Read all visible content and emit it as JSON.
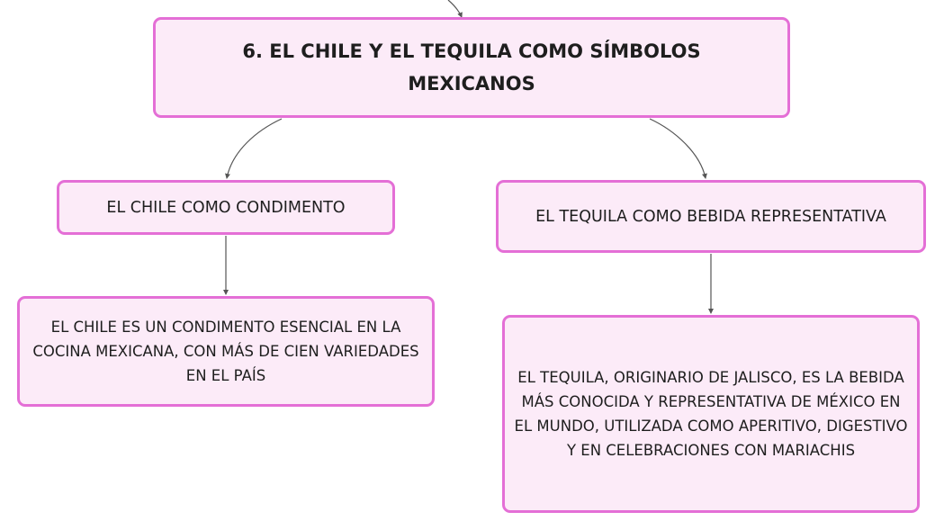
{
  "colors": {
    "node_fill": "#fcebf8",
    "node_border": "#e46fd6",
    "connector": "#555555",
    "text": "#1e1e1e"
  },
  "diagram": {
    "title": "6. EL CHILE Y EL TEQUILA COMO SÍMBOLOS MEXICANOS",
    "branches": [
      {
        "label": "EL CHILE COMO CONDIMENTO",
        "detail": "EL CHILE ES UN CONDIMENTO ESENCIAL EN LA COCINA MEXICANA, CON MÁS DE CIEN VARIEDADES EN EL PAÍS"
      },
      {
        "label": "EL TEQUILA COMO BEBIDA REPRESENTATIVA",
        "detail": "EL TEQUILA, ORIGINARIO DE JALISCO, ES LA BEBIDA MÁS CONOCIDA Y REPRESENTATIVA DE MÉXICO EN EL MUNDO, UTILIZADA COMO APERITIVO, DIGESTIVO Y EN CELEBRACIONES CON MARIACHIS"
      }
    ]
  }
}
